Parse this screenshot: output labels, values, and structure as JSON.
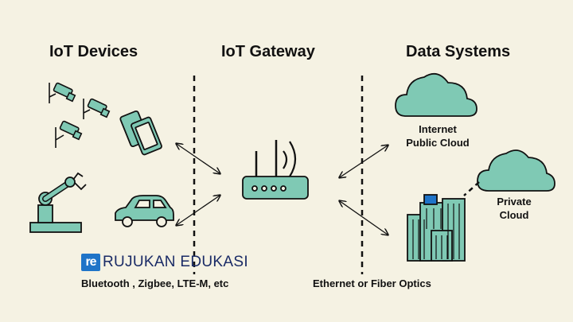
{
  "headings": {
    "devices": "IoT Devices",
    "gateway": "IoT Gateway",
    "systems": "Data Systems"
  },
  "clouds": {
    "public_line1": "Internet",
    "public_line2": "Public Cloud",
    "private_line1": "Private",
    "private_line2": "Cloud"
  },
  "connections": {
    "device_protocols": "Bluetooth , Zigbee, LTE-M, etc",
    "backhaul": "Ethernet or Fiber Optics"
  },
  "watermark": {
    "logo_text": "re",
    "brand_text": "RUJUKAN EDUKASI"
  },
  "colors": {
    "background": "#f5f2e3",
    "accent_green": "#7fc9b4",
    "cloud_fill": "#7fc9b4",
    "building_blue": "#1f74c8",
    "outline": "#111111"
  },
  "icons": [
    "cctv-camera-icon",
    "smartphone-icon",
    "robotic-arm-icon",
    "car-icon",
    "router-icon",
    "cloud-icon",
    "building-icon"
  ]
}
